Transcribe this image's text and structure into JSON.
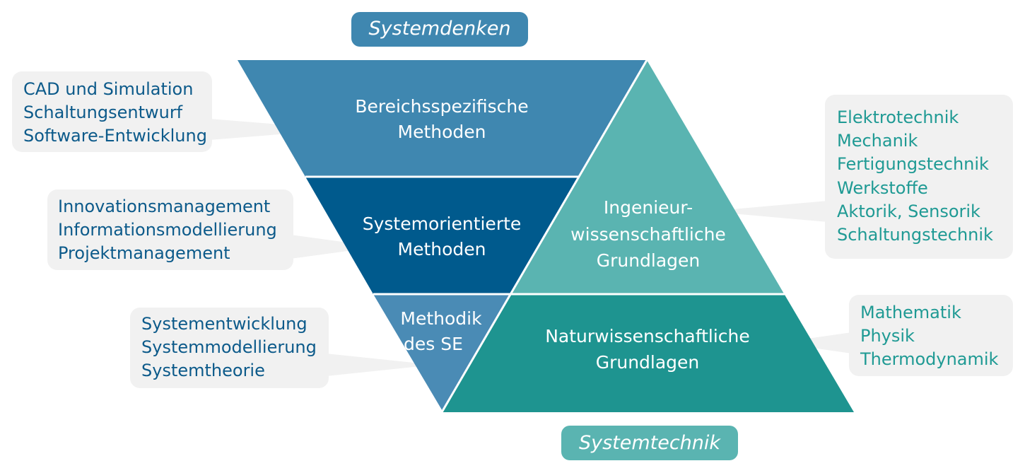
{
  "colors": {
    "band_light_blue": "#3f87b0",
    "band_dark_blue": "#005a8d",
    "band_mid_blue": "#4a8bb5",
    "tri_light_teal": "#5ab4b1",
    "tri_dark_teal": "#1e9490",
    "pill_blue": "#3f87b0",
    "pill_teal": "#5ab4b1",
    "callout_bg": "#f1f1f1",
    "text_blue": "#0c5a8a",
    "text_teal": "#1f9a94"
  },
  "top_label": "Systemdenken",
  "bottom_label": "Systemtechnik",
  "inverted_triangle": {
    "top": [
      "Bereichsspezifische",
      "Methoden"
    ],
    "middle": [
      "Systemorientierte",
      "Methoden"
    ],
    "bottom": [
      "Methodik",
      "des SE"
    ]
  },
  "upright_triangle": {
    "upper": [
      "Ingenieur-",
      "wissenschaftliche",
      "Grundlagen"
    ],
    "lower": [
      "Naturwissenschaftliche",
      "Grundlagen"
    ]
  },
  "callouts_left": [
    {
      "lines": [
        "CAD und Simulation",
        "Schaltungsentwurf",
        "Software-Entwicklung"
      ]
    },
    {
      "lines": [
        "Innovationsmanagement",
        "Informationsmodellierung",
        "Projektmanagement"
      ]
    },
    {
      "lines": [
        "Systementwicklung",
        "Systemmodellierung",
        "Systemtheorie"
      ]
    }
  ],
  "callouts_right": [
    {
      "lines": [
        "Elektrotechnik",
        "Mechanik",
        "Fertigungstechnik",
        "Werkstoffe",
        "Aktorik, Sensorik",
        "Schaltungstechnik"
      ]
    },
    {
      "lines": [
        "Mathematik",
        "Physik",
        "Thermodynamik"
      ]
    }
  ]
}
